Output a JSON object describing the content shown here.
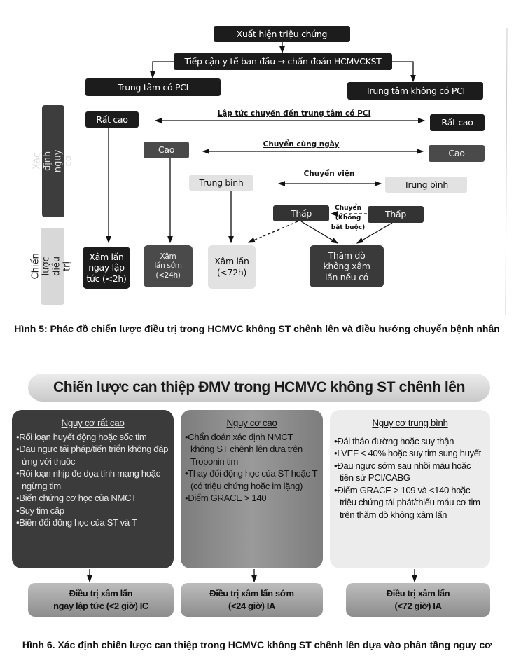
{
  "figure5": {
    "start": "Xuất hiện triệu chứng",
    "first_contact": "Tiếp cận y tế ban đầu → chẩn đoán HCMVCKST",
    "pci_center": "Trung tâm có PCI",
    "non_pci_center": "Trung tâm không có PCI",
    "side_labels": {
      "risk": "Xác định nguy cơ",
      "strategy": "Chiến lược điều trị"
    },
    "risk_levels": {
      "very_high": "Rất cao",
      "high": "Cao",
      "intermediate": "Trung bình",
      "low": "Thấp"
    },
    "transfers": {
      "very_high": "Lập tức chuyển đến trung tâm có PCI",
      "high": "Chuyển cùng ngày",
      "intermediate": "Chuyển viện",
      "low_line1": "Chuyển",
      "low_line2": "(Không",
      "low_line3": "bắt buộc)"
    },
    "strategies": {
      "immediate": [
        "Xâm lấn",
        "ngay lập",
        "tức (<2h)"
      ],
      "early": [
        "Xâm",
        "lấn sớm",
        "(<24h)"
      ],
      "invasive": [
        "Xâm lấn",
        "(<72h)"
      ],
      "noninvasive": [
        "Thăm dò",
        "không xâm",
        "lấn nếu có"
      ]
    },
    "caption": "Hình 5: Phác đồ chiến lược điều trị trong HCMVC không ST chênh lên và điều hướng chuyển bệnh nhân"
  },
  "figure6": {
    "banner": "Chiến lược can thiệp ĐMV trong HCMVC không ST chênh lên",
    "cards": [
      {
        "title": "Nguy cơ rất cao",
        "items": [
          "Rối loạn huyết động hoặc sốc tim",
          "Đau ngực tái pháp/tiến triển không đáp ứng với thuốc",
          "Rối loạn nhịp đe dọa tính mạng hoặc ngừng tim",
          "Biến chứng cơ học của NMCT",
          "Suy tim cấp",
          "Biến đổi động học của ST và T"
        ]
      },
      {
        "title": "Nguy cơ cao",
        "items": [
          "Chẩn đoán xác định NMCT không ST chênh lên dựa trên Troponin tim",
          "Thay đổi động học của ST hoặc T (có triệu chứng hoặc im lặng)",
          "Điểm GRACE > 140"
        ]
      },
      {
        "title": "Nguy cơ trung bình",
        "items": [
          "Đái tháo đường hoặc suy thận",
          "LVEF < 40% hoặc suy tim sung huyết",
          "Đau ngực sớm sau nhồi máu hoặc tiền sử PCI/CABG",
          "Điểm GRACE > 109 và <140 hoặc triệu chứng tái phát/thiếu máu cơ tim trên thăm dò không xâm lấn"
        ]
      }
    ],
    "results": [
      {
        "line1": "Điều trị xâm lấn",
        "line2": "ngay lập tức (<2 giờ) IC"
      },
      {
        "line1": "Điều trị xâm lấn sớm",
        "line2": "(<24 giờ) IA"
      },
      {
        "line1": "Điều trị xâm lấn",
        "line2": "(<72 giờ) IA"
      }
    ],
    "caption": "Hình 6. Xác định chiến lược can thiệp trong HCMVC không ST chênh lên dựa vào phân tầng nguy cơ"
  }
}
